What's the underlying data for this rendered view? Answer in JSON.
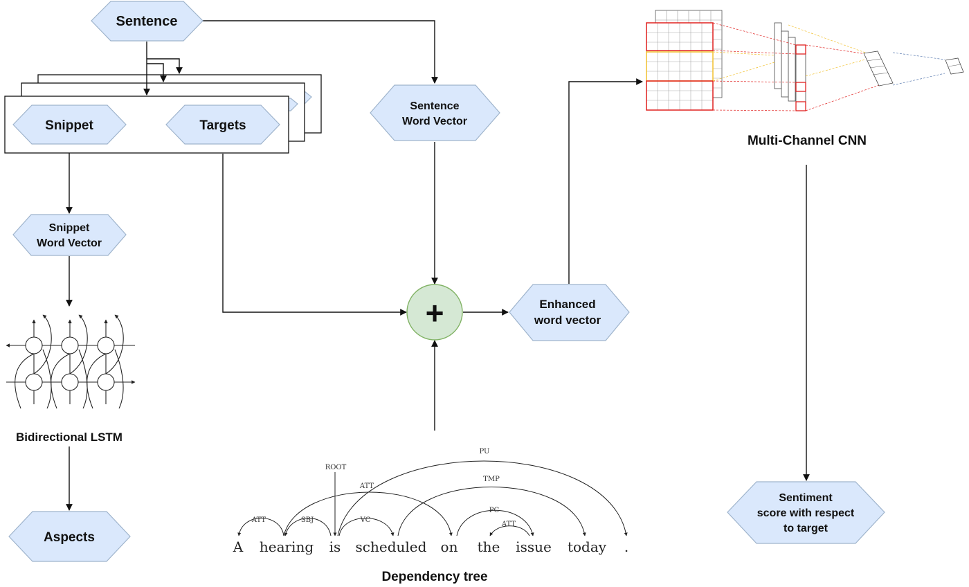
{
  "nodes": {
    "sentence": "Sentence",
    "snippet": "Snippet",
    "targets": "Targets",
    "snippet_word_vector_line1": "Snippet",
    "snippet_word_vector_line2": "Word Vector",
    "sentence_word_vector_line1": "Sentence",
    "sentence_word_vector_line2": "Word Vector",
    "combine_symbol": "+",
    "enhanced_line1": "Enhanced",
    "enhanced_line2": "word vector",
    "aspects": "Aspects",
    "sentiment_line1": "Sentiment",
    "sentiment_line2": "score with respect",
    "sentiment_line3": "to target"
  },
  "captions": {
    "bilstm": "Bidirectional LSTM",
    "cnn": "Multi-Channel CNN",
    "dependency_tree": "Dependency tree"
  },
  "dependency": {
    "words": [
      "A",
      "hearing",
      "is",
      "scheduled",
      "on",
      "the",
      "issue",
      "today",
      "."
    ],
    "relations": {
      "root": "ROOT",
      "att_a": "ATT",
      "sbj": "SBJ",
      "vc": "VC",
      "att_on": "ATT",
      "pu": "PU",
      "tmp": "TMP",
      "pc": "PC",
      "att_the": "ATT"
    }
  },
  "colors": {
    "hex_fill": "#dae8fc",
    "hex_stroke": "#9fb4cc",
    "plus_fill": "#d5e8d4",
    "plus_stroke": "#82b366",
    "cnn_red": "#e0201f",
    "cnn_yellow": "#f2c12e"
  }
}
